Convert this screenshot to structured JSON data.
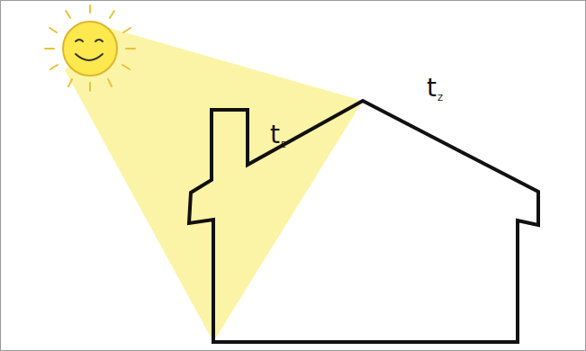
{
  "diagram": {
    "labels": [
      "t",
      "E",
      "t",
      "Z"
    ]
  }
}
